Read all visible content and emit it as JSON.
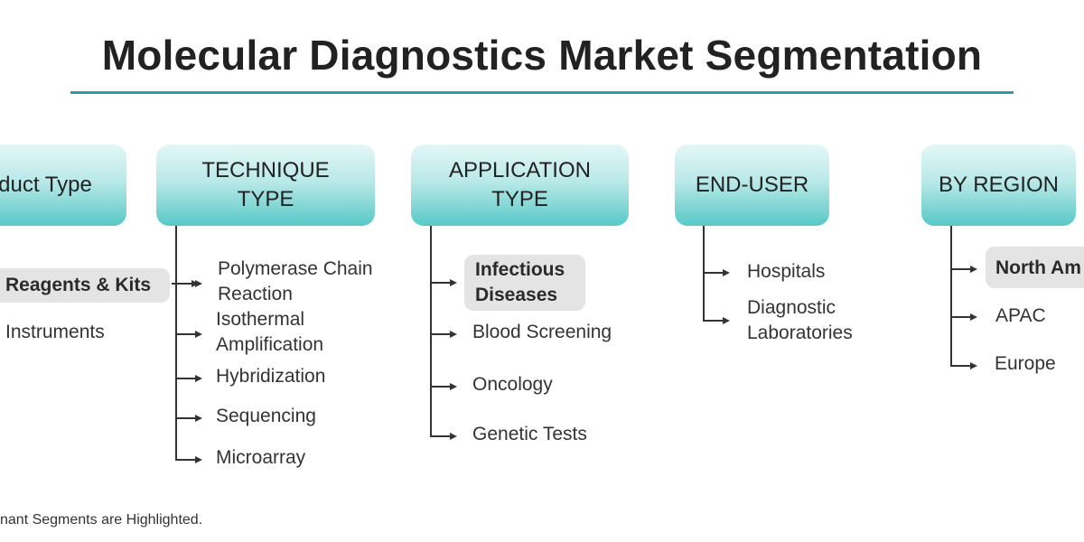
{
  "title": "Molecular Diagnostics Market Segmentation",
  "accent_color": "#2a9ca6",
  "header_gradient": [
    "#e4f7f7",
    "#57c8c7"
  ],
  "highlight_color": "#e4e4e4",
  "columns": [
    {
      "header": "duct Type",
      "items": [
        "Reagents & Kits",
        "Instruments"
      ],
      "highlighted": [
        "Reagents & Kits"
      ]
    },
    {
      "header": "TECHNIQUE TYPE",
      "items": [
        "Polymerase Chain Reaction",
        "Isothermal Amplification",
        "Hybridization",
        "Sequencing",
        "Microarray"
      ],
      "highlighted": []
    },
    {
      "header": "APPLICATION TYPE",
      "items": [
        "Infectious Diseases",
        "Blood Screening",
        "Oncology",
        "Genetic Tests"
      ],
      "highlighted": [
        "Infectious Diseases"
      ]
    },
    {
      "header": "END-USER",
      "items": [
        "Hospitals",
        "Diagnostic Laboratories"
      ],
      "highlighted": []
    },
    {
      "header": "BY REGION",
      "items": [
        "North Am",
        "APAC",
        "Europe"
      ],
      "highlighted": [
        "North Am"
      ]
    }
  ],
  "footnote": "nant Segments are Highlighted."
}
